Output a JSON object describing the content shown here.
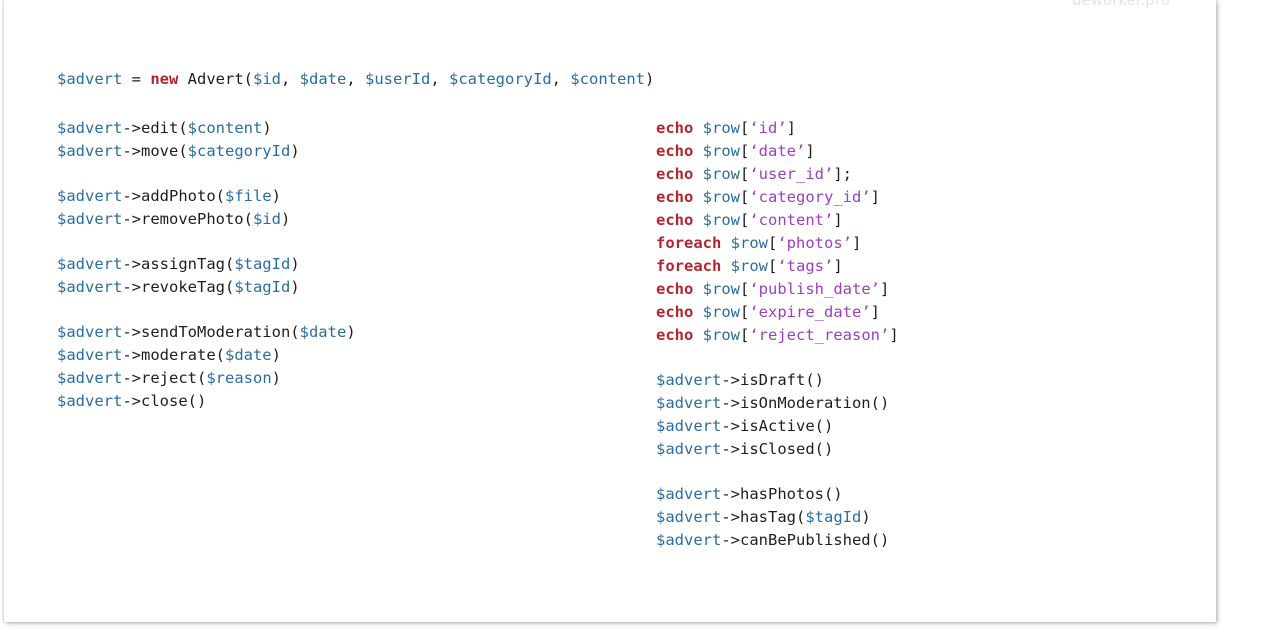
{
  "watermark": "deworker.pro",
  "colors": {
    "variable": "#2a6da2",
    "keyword": "#b2262f",
    "string": "#9c3fc1",
    "plain": "#1e1e1e"
  },
  "constructor_line": [
    {
      "t": "$advert",
      "c": "v"
    },
    {
      "t": " = ",
      "c": "p"
    },
    {
      "t": "new",
      "c": "k"
    },
    {
      "t": " Advert(",
      "c": "p"
    },
    {
      "t": "$id",
      "c": "v"
    },
    {
      "t": ", ",
      "c": "p"
    },
    {
      "t": "$date",
      "c": "v"
    },
    {
      "t": ", ",
      "c": "p"
    },
    {
      "t": "$userId",
      "c": "v"
    },
    {
      "t": ", ",
      "c": "p"
    },
    {
      "t": "$categoryId",
      "c": "v"
    },
    {
      "t": ", ",
      "c": "p"
    },
    {
      "t": "$content",
      "c": "v"
    },
    {
      "t": ")",
      "c": "p"
    }
  ],
  "left_groups": [
    [
      [
        {
          "t": "$advert",
          "c": "v"
        },
        {
          "t": "->edit(",
          "c": "p"
        },
        {
          "t": "$content",
          "c": "v"
        },
        {
          "t": ")",
          "c": "p"
        }
      ],
      [
        {
          "t": "$advert",
          "c": "v"
        },
        {
          "t": "->move(",
          "c": "p"
        },
        {
          "t": "$categoryId",
          "c": "v"
        },
        {
          "t": ")",
          "c": "p"
        }
      ]
    ],
    [
      [
        {
          "t": "$advert",
          "c": "v"
        },
        {
          "t": "->addPhoto(",
          "c": "p"
        },
        {
          "t": "$file",
          "c": "v"
        },
        {
          "t": ")",
          "c": "p"
        }
      ],
      [
        {
          "t": "$advert",
          "c": "v"
        },
        {
          "t": "->removePhoto(",
          "c": "p"
        },
        {
          "t": "$id",
          "c": "v"
        },
        {
          "t": ")",
          "c": "p"
        }
      ]
    ],
    [
      [
        {
          "t": "$advert",
          "c": "v"
        },
        {
          "t": "->assignTag(",
          "c": "p"
        },
        {
          "t": "$tagId",
          "c": "v"
        },
        {
          "t": ")",
          "c": "p"
        }
      ],
      [
        {
          "t": "$advert",
          "c": "v"
        },
        {
          "t": "->revokeTag(",
          "c": "p"
        },
        {
          "t": "$tagId",
          "c": "v"
        },
        {
          "t": ")",
          "c": "p"
        }
      ]
    ],
    [
      [
        {
          "t": "$advert",
          "c": "v"
        },
        {
          "t": "->sendToModeration(",
          "c": "p"
        },
        {
          "t": "$date",
          "c": "v"
        },
        {
          "t": ")",
          "c": "p"
        }
      ],
      [
        {
          "t": "$advert",
          "c": "v"
        },
        {
          "t": "->moderate(",
          "c": "p"
        },
        {
          "t": "$date",
          "c": "v"
        },
        {
          "t": ")",
          "c": "p"
        }
      ],
      [
        {
          "t": "$advert",
          "c": "v"
        },
        {
          "t": "->reject(",
          "c": "p"
        },
        {
          "t": "$reason",
          "c": "v"
        },
        {
          "t": ")",
          "c": "p"
        }
      ],
      [
        {
          "t": "$advert",
          "c": "v"
        },
        {
          "t": "->close()",
          "c": "p"
        }
      ]
    ]
  ],
  "right_groups": [
    [
      [
        {
          "t": "echo",
          "c": "k"
        },
        {
          "t": " ",
          "c": "p"
        },
        {
          "t": "$row",
          "c": "v"
        },
        {
          "t": "[",
          "c": "p"
        },
        {
          "t": "‘id’",
          "c": "s"
        },
        {
          "t": "]",
          "c": "p"
        }
      ],
      [
        {
          "t": "echo",
          "c": "k"
        },
        {
          "t": " ",
          "c": "p"
        },
        {
          "t": "$row",
          "c": "v"
        },
        {
          "t": "[",
          "c": "p"
        },
        {
          "t": "‘date’",
          "c": "s"
        },
        {
          "t": "]",
          "c": "p"
        }
      ],
      [
        {
          "t": "echo",
          "c": "k"
        },
        {
          "t": " ",
          "c": "p"
        },
        {
          "t": "$row",
          "c": "v"
        },
        {
          "t": "[",
          "c": "p"
        },
        {
          "t": "‘user_id’",
          "c": "s"
        },
        {
          "t": "];",
          "c": "p"
        }
      ],
      [
        {
          "t": "echo",
          "c": "k"
        },
        {
          "t": " ",
          "c": "p"
        },
        {
          "t": "$row",
          "c": "v"
        },
        {
          "t": "[",
          "c": "p"
        },
        {
          "t": "‘category_id’",
          "c": "s"
        },
        {
          "t": "]",
          "c": "p"
        }
      ],
      [
        {
          "t": "echo",
          "c": "k"
        },
        {
          "t": " ",
          "c": "p"
        },
        {
          "t": "$row",
          "c": "v"
        },
        {
          "t": "[",
          "c": "p"
        },
        {
          "t": "‘content’",
          "c": "s"
        },
        {
          "t": "]",
          "c": "p"
        }
      ],
      [
        {
          "t": "foreach",
          "c": "k"
        },
        {
          "t": " ",
          "c": "p"
        },
        {
          "t": "$row",
          "c": "v"
        },
        {
          "t": "[",
          "c": "p"
        },
        {
          "t": "‘photos’",
          "c": "s"
        },
        {
          "t": "]",
          "c": "p"
        }
      ],
      [
        {
          "t": "foreach",
          "c": "k"
        },
        {
          "t": " ",
          "c": "p"
        },
        {
          "t": "$row",
          "c": "v"
        },
        {
          "t": "[",
          "c": "p"
        },
        {
          "t": "‘tags’",
          "c": "s"
        },
        {
          "t": "]",
          "c": "p"
        }
      ],
      [
        {
          "t": "echo",
          "c": "k"
        },
        {
          "t": " ",
          "c": "p"
        },
        {
          "t": "$row",
          "c": "v"
        },
        {
          "t": "[",
          "c": "p"
        },
        {
          "t": "‘publish_date’",
          "c": "s"
        },
        {
          "t": "]",
          "c": "p"
        }
      ],
      [
        {
          "t": "echo",
          "c": "k"
        },
        {
          "t": " ",
          "c": "p"
        },
        {
          "t": "$row",
          "c": "v"
        },
        {
          "t": "[",
          "c": "p"
        },
        {
          "t": "‘expire_date’",
          "c": "s"
        },
        {
          "t": "]",
          "c": "p"
        }
      ],
      [
        {
          "t": "echo",
          "c": "k"
        },
        {
          "t": " ",
          "c": "p"
        },
        {
          "t": "$row",
          "c": "v"
        },
        {
          "t": "[",
          "c": "p"
        },
        {
          "t": "‘reject_reason’",
          "c": "s"
        },
        {
          "t": "]",
          "c": "p"
        }
      ]
    ],
    [
      [
        {
          "t": "$advert",
          "c": "v"
        },
        {
          "t": "->isDraft()",
          "c": "p"
        }
      ],
      [
        {
          "t": "$advert",
          "c": "v"
        },
        {
          "t": "->isOnModeration()",
          "c": "p"
        }
      ],
      [
        {
          "t": "$advert",
          "c": "v"
        },
        {
          "t": "->isActive()",
          "c": "p"
        }
      ],
      [
        {
          "t": "$advert",
          "c": "v"
        },
        {
          "t": "->isClosed()",
          "c": "p"
        }
      ]
    ],
    [
      [
        {
          "t": "$advert",
          "c": "v"
        },
        {
          "t": "->hasPhotos()",
          "c": "p"
        }
      ],
      [
        {
          "t": "$advert",
          "c": "v"
        },
        {
          "t": "->hasTag(",
          "c": "p"
        },
        {
          "t": "$tagId",
          "c": "v"
        },
        {
          "t": ")",
          "c": "p"
        }
      ],
      [
        {
          "t": "$advert",
          "c": "v"
        },
        {
          "t": "->canBePublished()",
          "c": "p"
        }
      ]
    ]
  ]
}
